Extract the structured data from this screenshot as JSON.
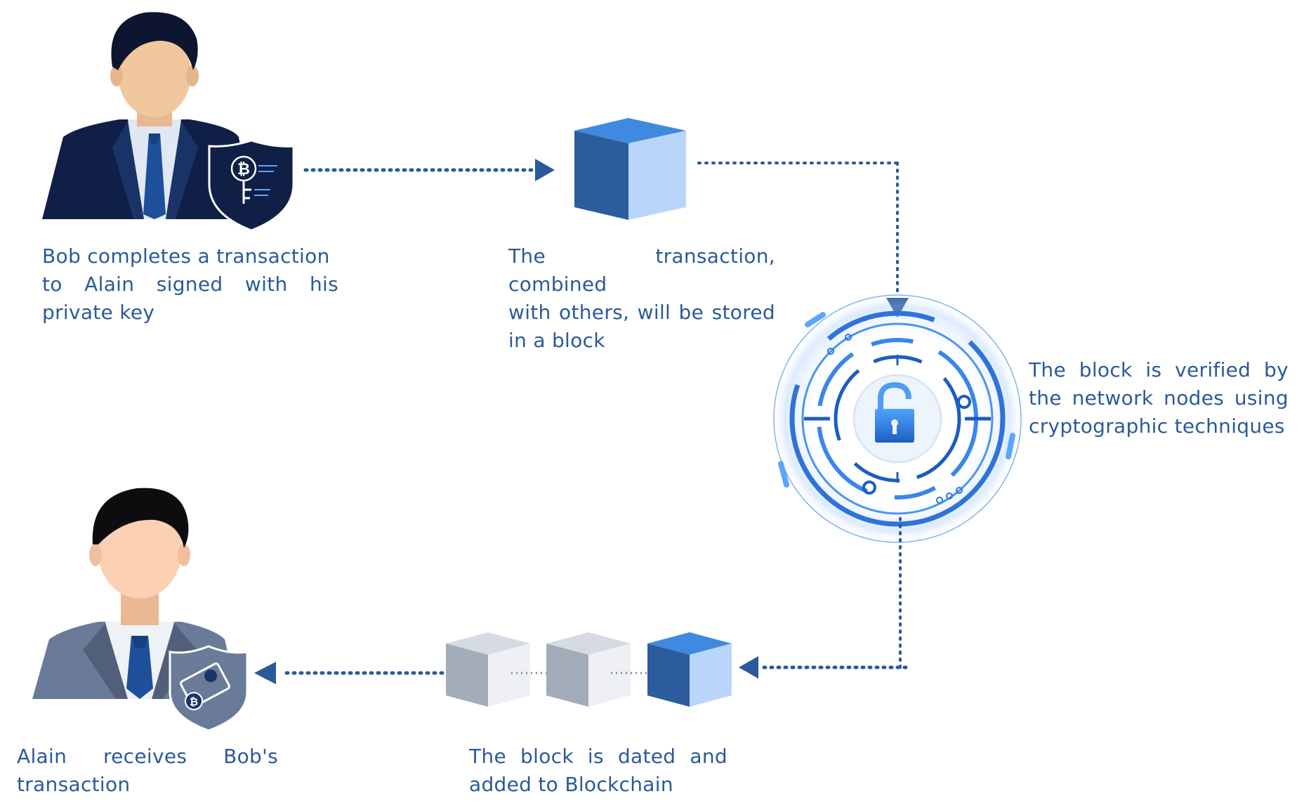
{
  "steps": [
    {
      "lines": [
        "Bob completes a transaction",
        "to Alain signed with his",
        "private key"
      ]
    },
    {
      "lines": [
        "The transaction, combined",
        "with others, will be stored",
        "in a block"
      ]
    },
    {
      "lines": [
        "The block is verified by",
        "the network nodes using",
        "cryptographic techniques"
      ]
    },
    {
      "lines": [
        "The block is dated and",
        "added to Blockchain"
      ]
    },
    {
      "lines": [
        "Alain receives Bob's",
        "transaction"
      ]
    }
  ],
  "icons": {
    "sender": "businessman-with-bitcoin-key-shield",
    "block": "cube-block",
    "verify": "padlock-in-concentric-rings",
    "chain": "chain-of-blocks",
    "receiver": "man-with-bitcoin-wallet-shield"
  },
  "colors": {
    "text": "#2a5a9a",
    "cube_dark": "#2c5c9c",
    "cube_top": "#3f8ae0",
    "cube_light": "#b9d6fa",
    "connector": "#2a5a9a"
  }
}
